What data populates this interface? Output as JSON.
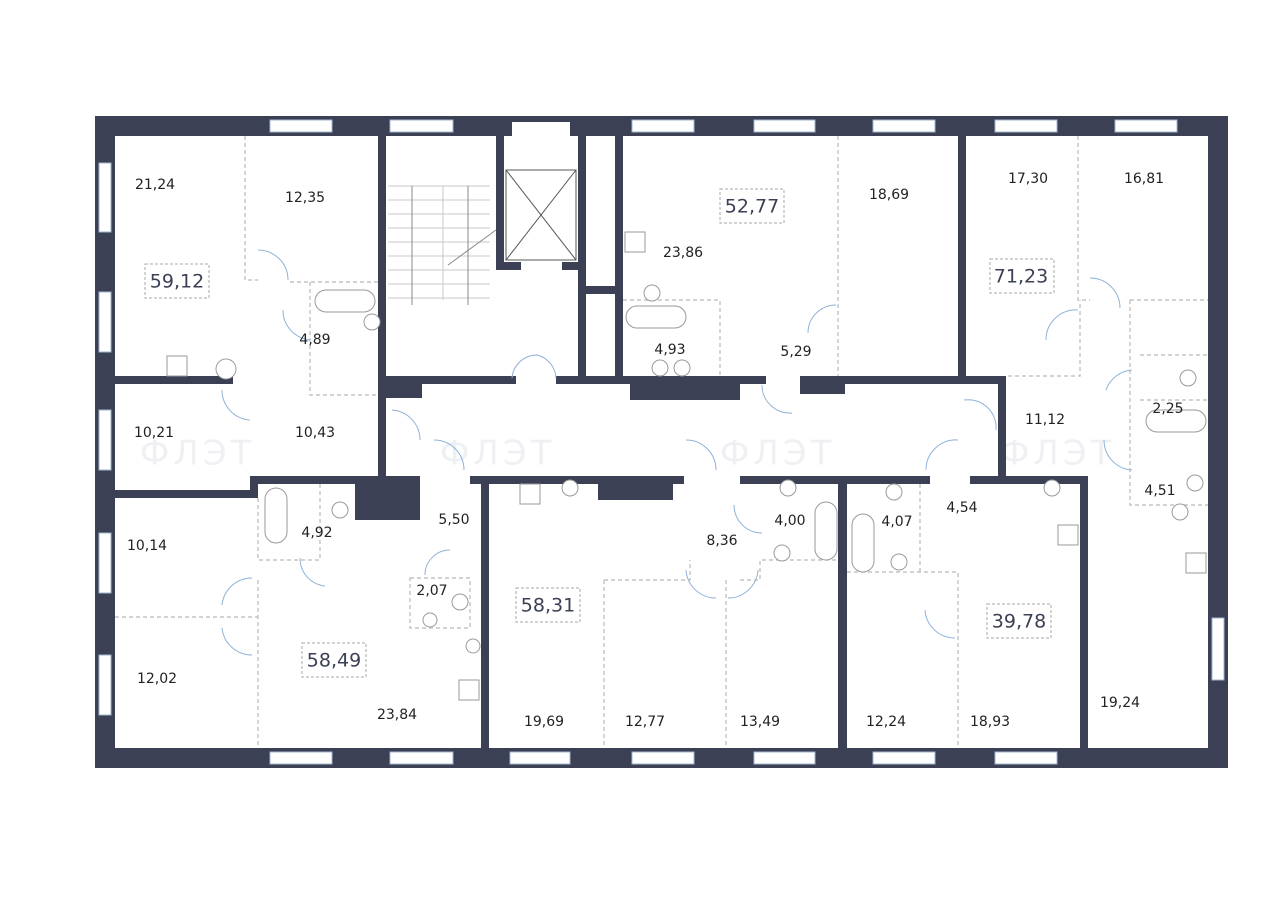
{
  "plan": {
    "watermark": "ФЛЭТ",
    "apartment_totals": [
      "59,12",
      "52,77",
      "71,23",
      "58,49",
      "58,31",
      "39,78"
    ],
    "rooms": [
      "21,24",
      "12,35",
      "4,89",
      "10,21",
      "10,43",
      "10,14",
      "4,92",
      "5,50",
      "2,07",
      "12,02",
      "23,84",
      "19,69",
      "12,77",
      "13,49",
      "8,36",
      "4,00",
      "23,86",
      "18,69",
      "4,93",
      "5,29",
      "17,30",
      "16,81",
      "11,12",
      "2,25",
      "4,51",
      "4,07",
      "4,54",
      "12,24",
      "18,93",
      "19,24"
    ]
  },
  "colors": {
    "wall": "#3b4055",
    "window": "#9fb7cc",
    "door": "#8fb2d6"
  }
}
